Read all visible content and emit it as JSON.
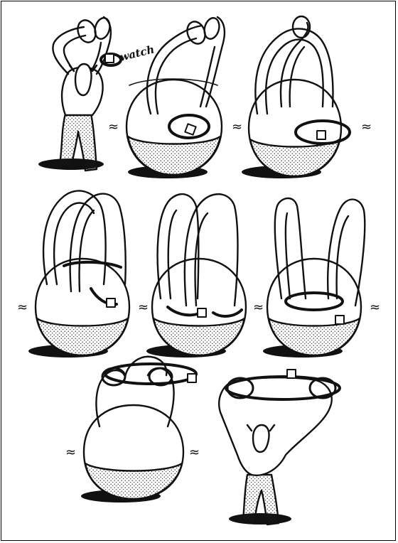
{
  "figure": {
    "watch_label": "watch",
    "equivalence_symbol": "≈",
    "ink_color": "#111111",
    "paper_color": "#ffffff",
    "stipple_color": "#222222"
  },
  "panels": [
    {
      "id": 1,
      "row": 1,
      "col": 1
    },
    {
      "id": 2,
      "row": 1,
      "col": 2
    },
    {
      "id": 3,
      "row": 1,
      "col": 3
    },
    {
      "id": 4,
      "row": 2,
      "col": 1
    },
    {
      "id": 5,
      "row": 2,
      "col": 2
    },
    {
      "id": 6,
      "row": 2,
      "col": 3
    },
    {
      "id": 7,
      "row": 3,
      "col": 1
    },
    {
      "id": 8,
      "row": 3,
      "col": 2
    }
  ]
}
